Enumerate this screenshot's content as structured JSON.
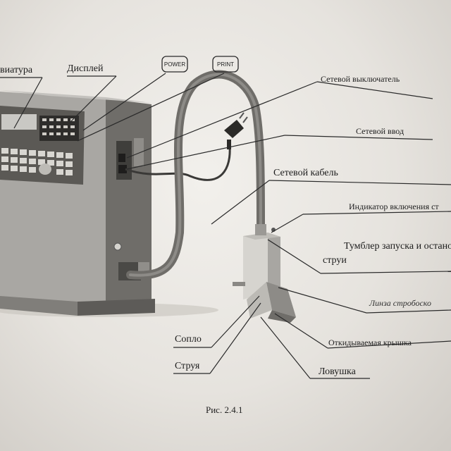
{
  "labels": {
    "keyboard": "виатура",
    "display": "Дисплей",
    "power_button": "POWER",
    "print_button": "PRINT",
    "power_switch": "Сетевой выключатель",
    "power_input": "Сетевой ввод",
    "power_cable": "Сетевой кабель",
    "indicator": "Индикатор включения ст",
    "toggle_line1": "Тумблер запуска и остано",
    "toggle_line2": "струи",
    "strobe_lens": "Линза стробоско",
    "nozzle": "Сопло",
    "flip_cover": "Откидываемая крышка",
    "jet": "Струя",
    "trap": "Ловушка"
  },
  "caption": "Рис. 2.4.1",
  "colors": {
    "paper": "#ebe8e3",
    "ink": "#1b1b1b",
    "cabinet": "#8a8884",
    "cabinet_dark": "#5f5d5a",
    "hose": "#7b7975"
  }
}
